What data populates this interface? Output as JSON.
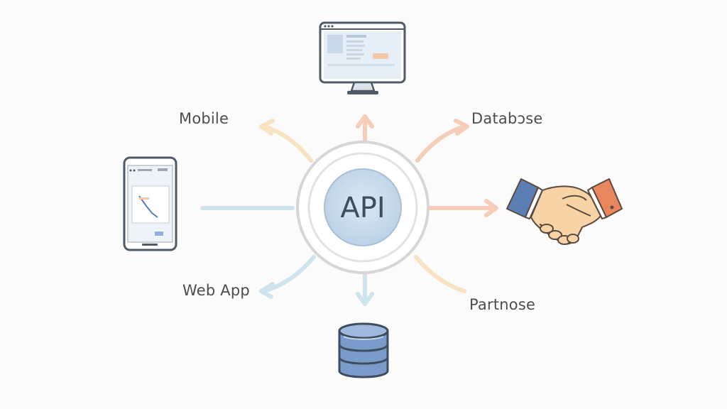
{
  "hub": {
    "label": "API"
  },
  "nodes": {
    "mobile": {
      "label": "Mobile",
      "icon": "smartphone-icon"
    },
    "database": {
      "label": "Databɔse",
      "icon": "database-icon"
    },
    "web_app": {
      "label": "Web App",
      "icon": "desktop-monitor-icon"
    },
    "partners": {
      "label": "Partnose",
      "icon": "handshake-icon"
    }
  },
  "colors": {
    "hub_fill": "#c9dced",
    "hub_ring": "#d6d6d6",
    "arrow_blue": "#cfe3ee",
    "arrow_orange": "#f6cdb8",
    "arrow_yellow": "#f7e3c1",
    "sleeve_blue": "#5b7fb5",
    "sleeve_orange": "#e8875e",
    "skin": "#f7d3a6"
  }
}
